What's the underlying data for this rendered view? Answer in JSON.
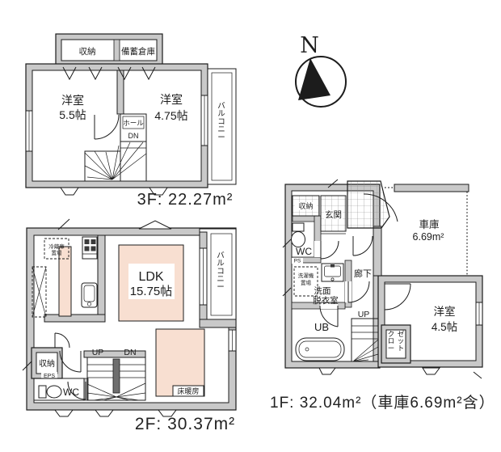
{
  "colors": {
    "wall_gray": "#c9c9c9",
    "line": "#1c1c1c",
    "room_pink": "#f8dfd1",
    "background": "#ffffff"
  },
  "compass": {
    "north_label": "N"
  },
  "floor3": {
    "area_label": "3F: 22.27m²",
    "rooms": {
      "storage": "収納",
      "stockpile": "備蓄倉庫",
      "bedroom_left_name": "洋室",
      "bedroom_left_size": "5.5帖",
      "bedroom_right_name": "洋室",
      "bedroom_right_size": "4.75帖",
      "hall": "ホール",
      "down": "DN",
      "balcony": "バルコニー"
    }
  },
  "floor2": {
    "area_label": "2F: 30.37m²",
    "rooms": {
      "ldk_name": "LDK",
      "ldk_size": "15.75帖",
      "balcony": "バルコニー",
      "fridge_line1": "冷蔵庫",
      "fridge_line2": "置場",
      "storage": "収納",
      "eps": "EPS",
      "wc": "WC",
      "up": "UP",
      "down": "DN",
      "floor_heating": "床暖房"
    }
  },
  "floor1": {
    "area_label": "1F: 32.04m²（車庫6.69m²含）",
    "rooms": {
      "storage": "収納",
      "entrance": "玄関",
      "garage_name": "車庫",
      "garage_size": "6.69m²",
      "wc": "WC",
      "ps": "PS",
      "laundry_line1": "洗濯機",
      "laundry_line2": "置場",
      "washroom_line1": "洗面",
      "washroom_line2": "脱衣室",
      "corridor": "廊下",
      "bath": "UB",
      "up": "UP",
      "closet_line1": "クロー",
      "closet_line2": "ゼット",
      "bedroom_name": "洋室",
      "bedroom_size": "4.5帖"
    }
  }
}
